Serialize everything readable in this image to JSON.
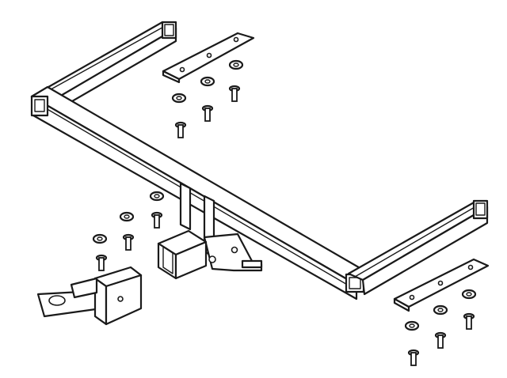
{
  "drawing": {
    "line_color": "#1a1a1a",
    "background": "#ffffff",
    "components": [
      "crossbar",
      "side-arm-left",
      "side-arm-right",
      "receiver-bracket",
      "receiver-tube",
      "ball-mount",
      "mounting-plate-left",
      "mounting-plate-right",
      "bolt",
      "washer"
    ]
  }
}
